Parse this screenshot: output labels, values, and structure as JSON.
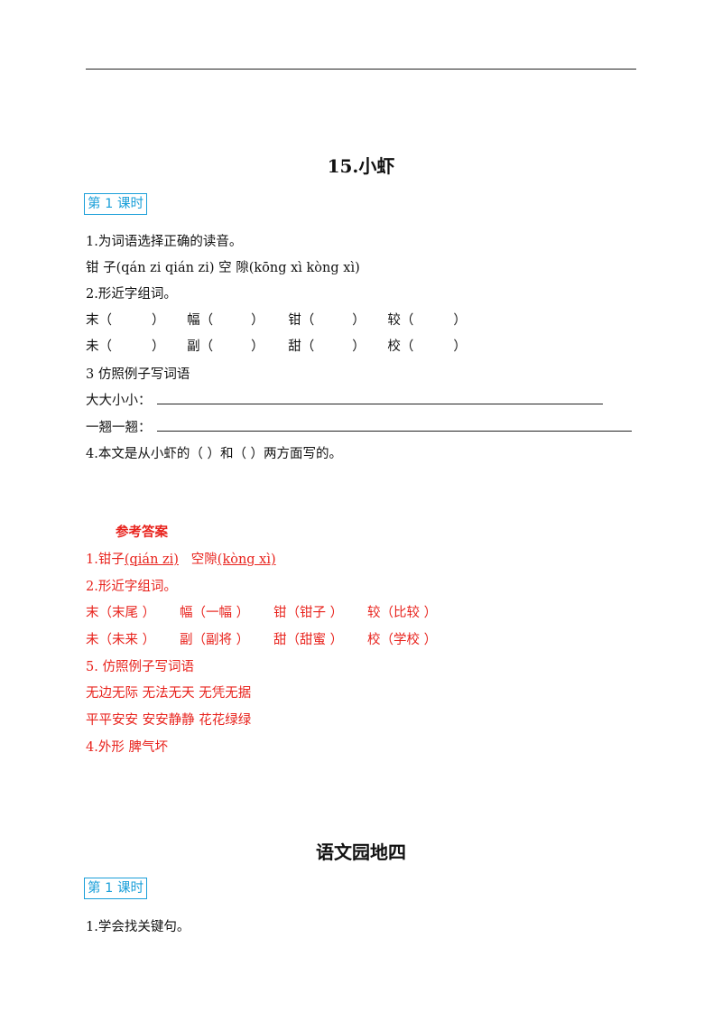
{
  "lesson1": {
    "title": "15.小虾",
    "badge": "第 1 课时",
    "q1": "1.为词语选择正确的读音。",
    "q1_options": "钳 子(qán zi  qián zi)  空 隙(kōng xì kòng xì)",
    "q2": "2.形近字组词。",
    "q2_row1": [
      "末（",
      "）",
      "幅（",
      "）",
      "钳（",
      "）",
      "较（",
      "）"
    ],
    "q2_row2": [
      "未（",
      "）",
      "副（",
      "）",
      "甜（",
      "）",
      "校（",
      "）"
    ],
    "q3": "3 仿照例子写词语",
    "q3_a": "大大小小：",
    "q3_b": "一翘一翘：",
    "q4": "4.本文是从小虾的（      ）和（     ）两方面写的。"
  },
  "answers": {
    "title": "参考答案",
    "a1_prefix": "1.钳子",
    "a1_pinyin1": "(qián zi)",
    "a1_mid": "空隙",
    "a1_pinyin2": "(kòng xì)",
    "a2": "2.形近字组词。",
    "a2_row1": [
      "末（末尾  ）",
      "幅（一幅  ）",
      "钳（钳子  ）",
      "较（比较  ）"
    ],
    "a2_row2": [
      "未（未来  ）",
      "副（副将  ）",
      "甜（甜蜜  ）",
      "校（学校  ）"
    ],
    "a3": "5. 仿照例子写词语",
    "a3_line1": "无边无际  无法无天  无凭无据",
    "a3_line2": "平平安安  安安静静  花花绿绿",
    "a4": "4.外形   脾气坏"
  },
  "lesson2": {
    "title": "语文园地四",
    "badge": "第 1 课时",
    "q1": "1.学会找关键句。"
  },
  "colors": {
    "answer_red": "#e8231d",
    "badge_blue": "#1a9fd9"
  }
}
